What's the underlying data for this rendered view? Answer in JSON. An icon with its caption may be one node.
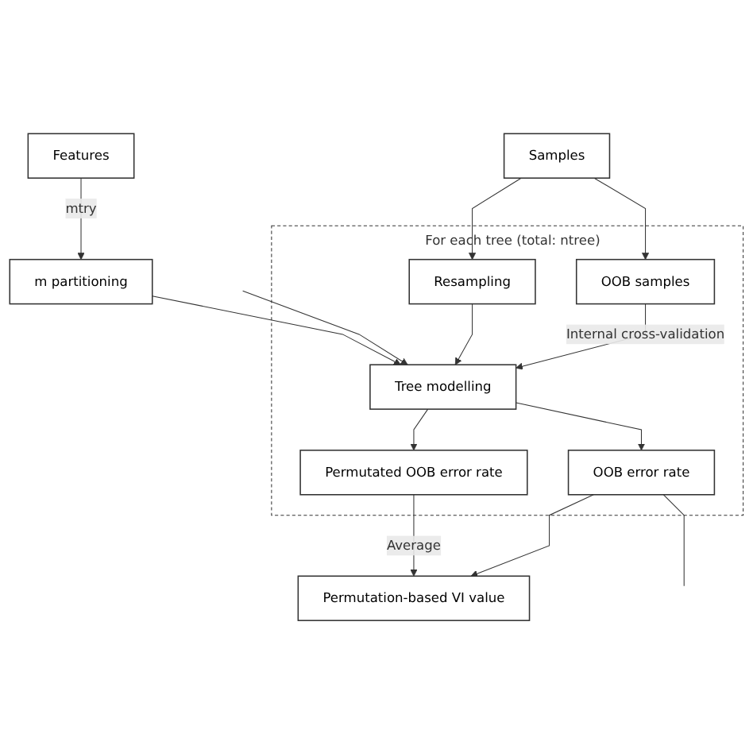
{
  "diagram": {
    "nodes": [
      {
        "text": [
          "Features"
        ]
      },
      {
        "text": [
          "m partitioning"
        ]
      },
      {
        "text": [
          "Samples"
        ]
      },
      {
        "text": [
          "For each tree (total: ntree)"
        ]
      },
      {
        "text": [
          "Resampling"
        ],
        "in": 3
      },
      {
        "text": [
          "OOB samples"
        ],
        "in": 3
      },
      {
        "text": [
          "Tree modelling"
        ],
        "in": 3
      },
      {
        "text": [
          "Permutated OOB error rate"
        ],
        "in": 3
      },
      {
        "text": [
          "OOB error rate"
        ],
        "in": 3
      },
      {
        "text": [
          "Permutation-based VI value"
        ]
      }
    ],
    "edges": [
      {
        "from": 0,
        "to": 1,
        "arrow": "to",
        "label": "mtry"
      },
      {
        "from": 2,
        "to": 4,
        "arrow": "to"
      },
      {
        "from": 2,
        "to": 5,
        "arrow": "to"
      },
      {
        "from": 1,
        "to": 6,
        "arrow": "to"
      },
      {
        "from": null,
        "to": 6,
        "arrow": "to"
      },
      {
        "from": 4,
        "to": 6,
        "arrow": "to"
      },
      {
        "from": 5,
        "to": 6,
        "arrow": "to",
        "label": "Internal cross-validation"
      },
      {
        "from": 6,
        "to": 7,
        "arrow": "to"
      },
      {
        "from": 6,
        "to": 8,
        "arrow": "to"
      },
      {
        "from": 7,
        "to": 9,
        "arrow": "to",
        "label": "Average"
      },
      {
        "from": 8,
        "to": 9,
        "arrow": "to"
      },
      {
        "from": 8,
        "to": null,
        "arrow": "none"
      }
    ]
  }
}
